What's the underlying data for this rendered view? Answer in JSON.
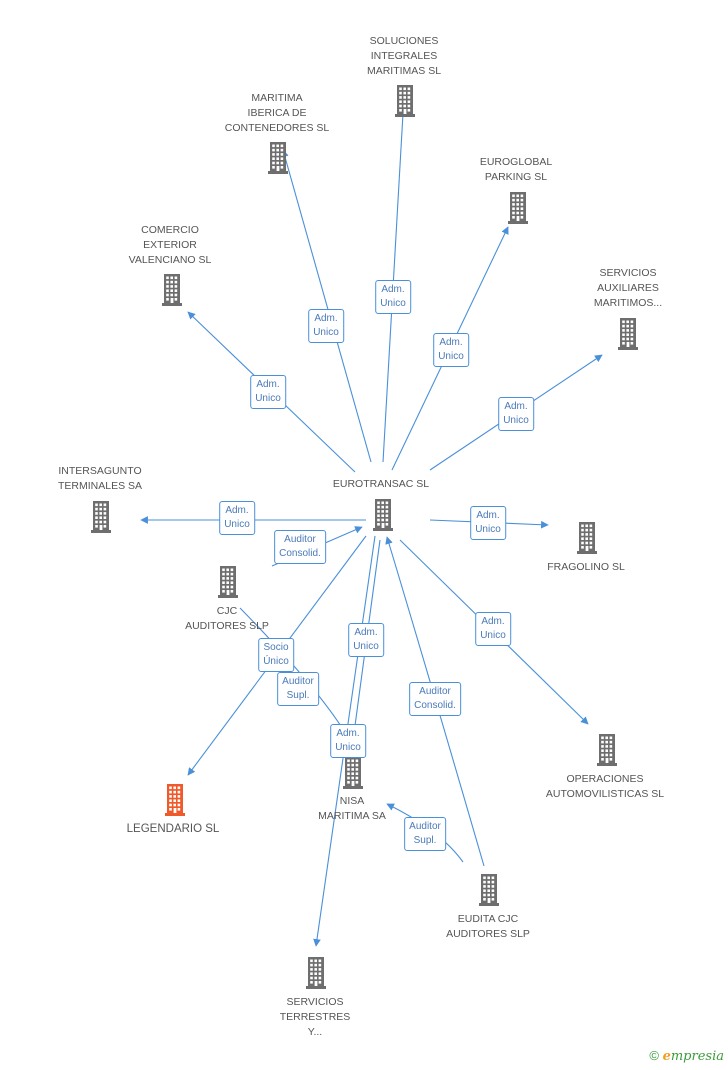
{
  "colors": {
    "node": "#6e6e6e",
    "highlight": "#f05a2a",
    "edge": "#4a90d9",
    "edge_label_text": "#4a7ab8"
  },
  "nodes": [
    {
      "id": "eurotransac",
      "label": "EUROTRANSAC SL",
      "name": "node-eurotransac"
    },
    {
      "id": "soluciones",
      "label": "SOLUCIONES\nINTEGRALES\nMARITIMAS SL",
      "name": "node-soluciones-integrales"
    },
    {
      "id": "maritima_iberica",
      "label": "MARITIMA\nIBERICA DE\nCONTENEDORES SL",
      "name": "node-maritima-iberica"
    },
    {
      "id": "euroglobal",
      "label": "EUROGLOBAL\nPARKING SL",
      "name": "node-euroglobal"
    },
    {
      "id": "comercio",
      "label": "COMERCIO\nEXTERIOR\nVALENCIANO SL",
      "name": "node-comercio-exterior"
    },
    {
      "id": "servicios_aux",
      "label": "SERVICIOS\nAUXILIARES\nMARITIMOS...",
      "name": "node-servicios-auxiliares"
    },
    {
      "id": "intersagunto",
      "label": "INTERSAGUNTO\nTERMINALES SA",
      "name": "node-intersagunto"
    },
    {
      "id": "fragolino",
      "label": "FRAGOLINO SL",
      "name": "node-fragolino"
    },
    {
      "id": "cjc",
      "label": "CJC\nAUDITORES SLP",
      "name": "node-cjc-auditores"
    },
    {
      "id": "legendario",
      "label": "LEGENDARIO SL",
      "name": "node-legendario",
      "highlight": true
    },
    {
      "id": "nisa",
      "label": "NISA\nMARITIMA SA",
      "name": "node-nisa-maritima"
    },
    {
      "id": "operaciones",
      "label": "OPERACIONES\nAUTOMOVILISTICAS SL",
      "name": "node-operaciones"
    },
    {
      "id": "eudita",
      "label": "EUDITA CJC\nAUDITORES SLP",
      "name": "node-eudita"
    },
    {
      "id": "servicios_terr",
      "label": "SERVICIOS\nTERRESTRES\nY...",
      "name": "node-servicios-terrestres"
    }
  ],
  "edges": [
    {
      "label": "Adm.\nUnico",
      "name": "edge-eurotransac-soluciones"
    },
    {
      "label": "Adm.\nUnico",
      "name": "edge-eurotransac-maritima-iberica"
    },
    {
      "label": "Adm.\nUnico",
      "name": "edge-eurotransac-euroglobal"
    },
    {
      "label": "Adm.\nUnico",
      "name": "edge-eurotransac-comercio"
    },
    {
      "label": "Adm.\nUnico",
      "name": "edge-eurotransac-servicios-aux"
    },
    {
      "label": "Adm.\nUnico",
      "name": "edge-eurotransac-intersagunto"
    },
    {
      "label": "Auditor\nConsolid.",
      "name": "edge-cjc-eurotransac"
    },
    {
      "label": "Adm.\nUnico",
      "name": "edge-eurotransac-fragolino"
    },
    {
      "label": "Socio\nÚnico",
      "name": "edge-eurotransac-legendario"
    },
    {
      "label": "Auditor\nSupl.",
      "name": "edge-cjc-nisa"
    },
    {
      "label": "Adm.\nUnico",
      "name": "edge-eurotransac-servicios-terr"
    },
    {
      "label": "Adm.\nUnico",
      "name": "edge-eurotransac-nisa"
    },
    {
      "label": "Auditor\nConsolid.",
      "name": "edge-eudita-eurotransac"
    },
    {
      "label": "Adm.\nUnico",
      "name": "edge-eurotransac-operaciones"
    },
    {
      "label": "Auditor\nSupl.",
      "name": "edge-eudita-nisa"
    }
  ],
  "footer": {
    "copyright": "©",
    "brand_initial": "e",
    "brand_rest": "mpresia"
  }
}
